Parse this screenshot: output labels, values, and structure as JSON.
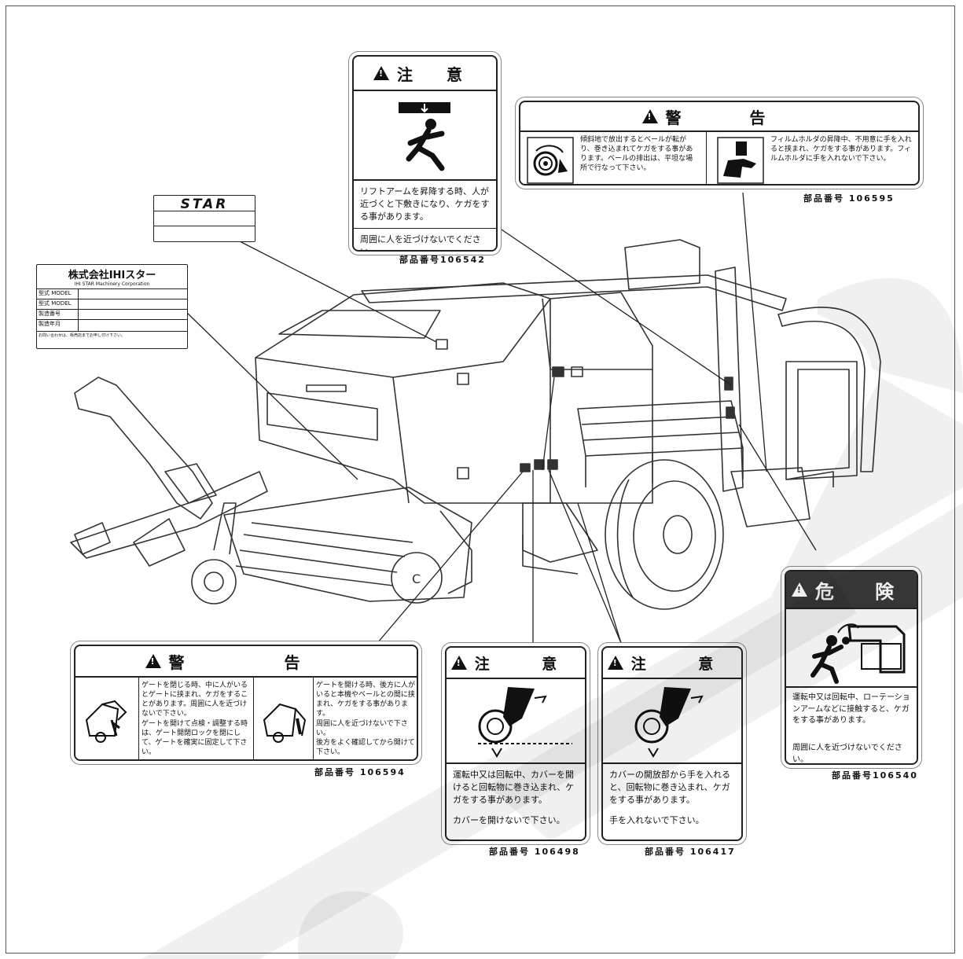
{
  "nameplate_star": {
    "logo": "STAR"
  },
  "nameplate_ihi": {
    "company": "株式会社IHIスター",
    "company_en": "IHI STAR Machinery Corporation",
    "rows": [
      "型式 MODEL",
      "型式 MODEL",
      "製造番号",
      "製造年月"
    ],
    "footer": "お問い合わせは、販売店までお申し付け下さい。"
  },
  "label_liftarm": {
    "title": "注 意",
    "text": "リフトアームを昇降する時、人が近づくと下敷きになり、ケガをする事があります。",
    "text2": "周囲に人を近づけないでください。",
    "part": "部品番号106542"
  },
  "label_film": {
    "title": "警 告",
    "text_left": "傾斜地で放出するとベールが転がり、巻き込まれてケガをする事があります。ベールの排出は、平坦な場所で行なって下さい。",
    "text_right": "フィルムホルダの昇降中、不用意に手を入れると挟まれ、ケガをする事があります。フィルムホルダに手を入れないで下さい。",
    "part": "部品番号 106595"
  },
  "label_gate": {
    "title": "警 告",
    "text_left": "ゲートを閉じる時、中に人がいるとゲートに挟まれ、ケガをすることがあります。周囲に人を近づけないで下さい。\nゲートを開けて点検・調整する時は、ゲート開閉ロックを閉にして、ゲートを確実に固定して下さい。",
    "text_right": "ゲートを開ける時、後方に人がいると本機やベールとの間に挟まれ、ケガをする事があります。\n周囲に人を近づけないで下さい。\n後方をよく確認してから開けて下さい。",
    "part": "部品番号 106594"
  },
  "label_cover1": {
    "title": "注 意",
    "text": "運転中又は回転中、カバーを開けると回転物に巻き込まれ、ケガをする事があります。",
    "text2": "カバーを開けないで下さい。",
    "part": "部品番号 106498"
  },
  "label_cover2": {
    "title": "注 意",
    "text": "カバーの開放部から手を入れると、回転物に巻き込まれ、ケガをする事があります。",
    "text2": "手を入れないで下さい。",
    "part": "部品番号 106417"
  },
  "label_danger": {
    "title": "危 険",
    "text": "運転中又は回転中、ローテーションアームなどに接触すると、ケガをする事があります。",
    "text2": "周囲に人を近づけないでください。",
    "part": "部品番号106540"
  },
  "colors": {
    "line": "#222222",
    "watermark": "#000000",
    "danger_header": "#3a3a3a"
  },
  "icons": [
    "warning-triangle-icon",
    "bale-roll-icon",
    "hand-crush-icon",
    "falling-person-icon",
    "rotor-entanglement-icon",
    "gate-crush-icon",
    "rotation-arm-impact-icon"
  ]
}
